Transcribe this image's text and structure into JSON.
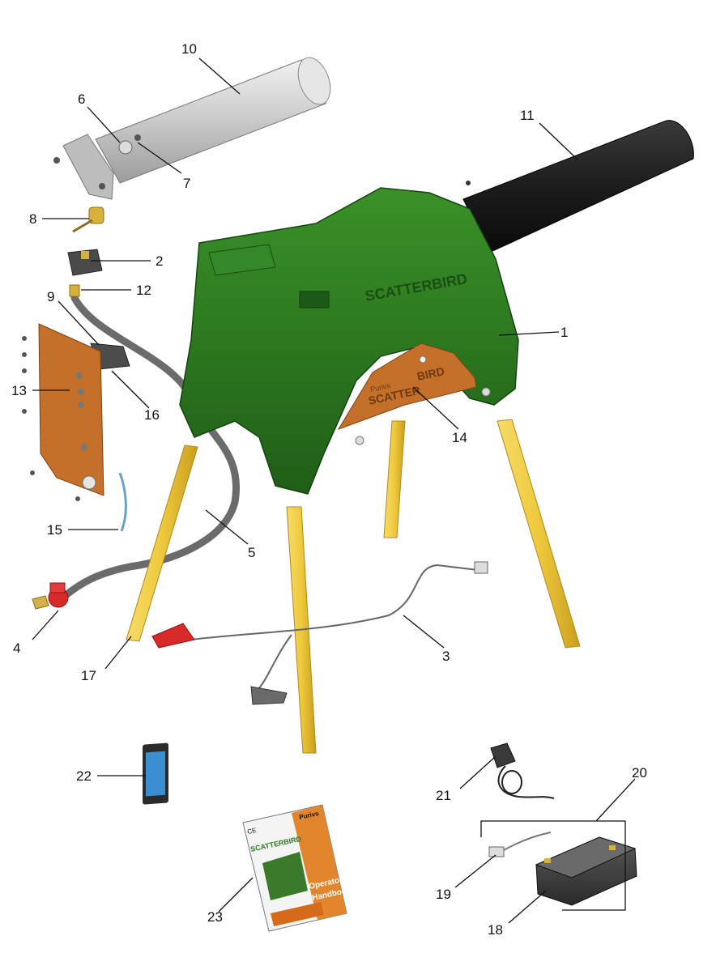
{
  "callouts": {
    "c1": "1",
    "c2": "2",
    "c3": "3",
    "c4": "4",
    "c5": "5",
    "c6": "6",
    "c7": "7",
    "c8": "8",
    "c9": "9",
    "c10": "10",
    "c11": "11",
    "c12": "12",
    "c13": "13",
    "c14": "14",
    "c15": "15",
    "c16": "16",
    "c17": "17",
    "c18": "18",
    "c19": "19",
    "c20": "20",
    "c21": "21",
    "c22": "22",
    "c23": "23"
  },
  "product": {
    "logo": "Purivs",
    "name": "SCATTERBIRD",
    "name_part1": "SCATTER",
    "name_part2": "BIRD"
  },
  "handbook": {
    "title_line1": "Operator's",
    "title_line2": "Handbook",
    "ce_mark": "CE"
  },
  "colors": {
    "body_green": "#2d7a22",
    "bracket_orange": "#c4702a",
    "leg_yellow": "#efc93c",
    "hose_grey": "#6b6b6b",
    "barrel_grey": "#cfcfcf",
    "barrel_black": "#1d1d1d",
    "clip_red": "#d92a2a"
  }
}
